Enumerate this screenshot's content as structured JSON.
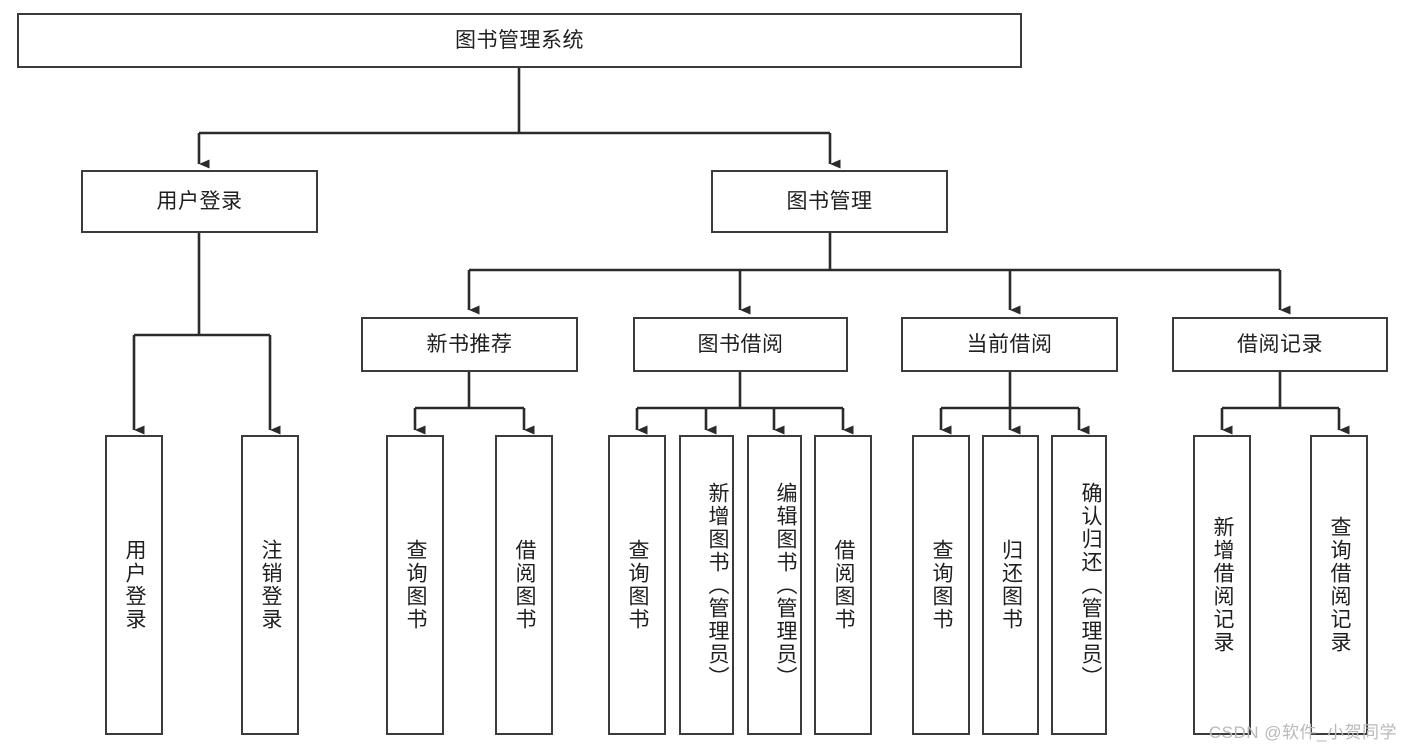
{
  "diagram": {
    "title": "图书管理系统",
    "type": "tree-hierarchy-chart",
    "colors": {
      "box_border": "#3b3b3b",
      "box_fill": "#ffffff",
      "connector": "#2b2b2b",
      "text": "#1f1f1f",
      "watermark": "#b9b9b9"
    }
  },
  "root": {
    "label": "图书管理系统"
  },
  "level2": [
    {
      "label": "用户登录"
    },
    {
      "label": "图书管理"
    }
  ],
  "level3": [
    {
      "label": "新书推荐"
    },
    {
      "label": "图书借阅"
    },
    {
      "label": "当前借阅"
    },
    {
      "label": "借阅记录"
    }
  ],
  "leaves": {
    "user_login": [
      {
        "label": "用户登录"
      },
      {
        "label": "注销登录"
      }
    ],
    "new_book_recommend": [
      {
        "label": "查询图书"
      },
      {
        "label": "借阅图书"
      }
    ],
    "book_borrow": [
      {
        "label": "查询图书"
      },
      {
        "label": "新增图书（管理员）"
      },
      {
        "label": "编辑图书（管理员）"
      },
      {
        "label": "借阅图书"
      }
    ],
    "current_borrow": [
      {
        "label": "查询图书"
      },
      {
        "label": "归还图书"
      },
      {
        "label": "确认归还（管理员）"
      }
    ],
    "borrow_record": [
      {
        "label": "新增借阅记录"
      },
      {
        "label": "查询借阅记录"
      }
    ]
  },
  "watermark": {
    "text": "CSDN @软件_小贺同学"
  }
}
